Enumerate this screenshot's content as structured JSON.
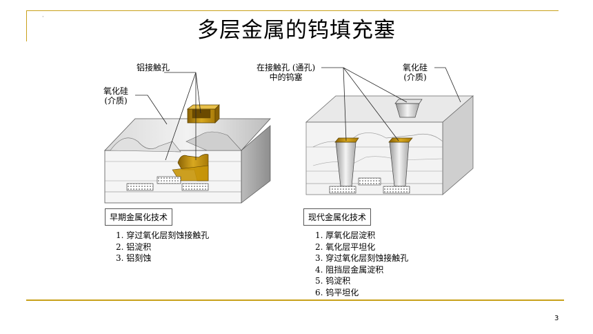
{
  "slide": {
    "title": "多层金属的钨填充塞",
    "page_number": "3",
    "dot": "·"
  },
  "left": {
    "labels": {
      "aluminum_contact": "铝接触孔",
      "oxide_line1": "氧化硅",
      "oxide_line2": "(介质)"
    },
    "box_label": "早期金属化技术",
    "steps": [
      "1.  穿过氧化层刻蚀接触孔",
      "2.  铝淀积",
      "3.  铝刻蚀"
    ]
  },
  "right": {
    "labels": {
      "plug_line1": "在接触孔 (通孔)",
      "plug_line2": "中的钨塞",
      "oxide_line1": "氧化硅",
      "oxide_line2": "(介质)"
    },
    "box_label": "现代金属化技术",
    "steps": [
      "1.  厚氧化层淀积",
      "2.  氧化层平坦化",
      "3.  穿过氧化层刻蚀接触孔",
      "4.  阻挡层金属淀积",
      "5.  钨淀积",
      "6.  钨平坦化"
    ]
  },
  "colors": {
    "accent_line": "#c8a018",
    "metal_gold": "#c8960a"
  }
}
